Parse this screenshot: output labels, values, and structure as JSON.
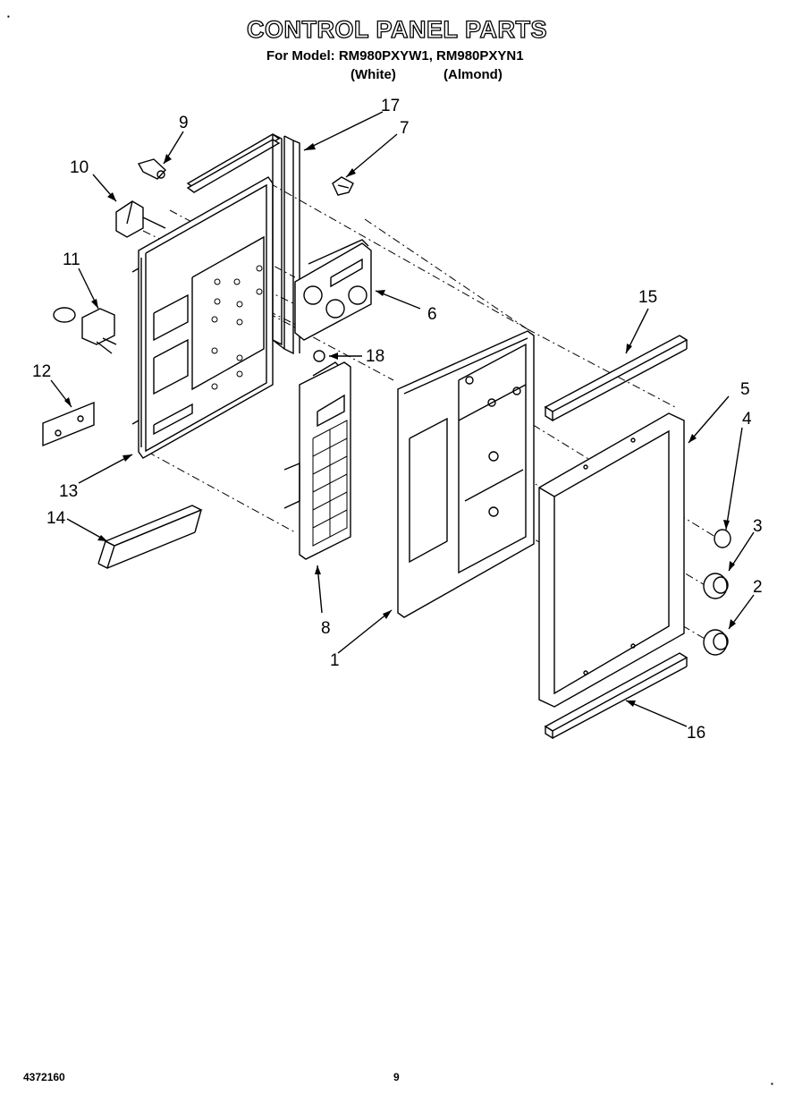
{
  "header": {
    "title": "CONTROL PANEL PARTS",
    "model_line": "For Model: RM980PXYW1, RM980PXYN1",
    "variant_white": "(White)",
    "variant_almond": "(Almond)"
  },
  "callouts": [
    "1",
    "2",
    "3",
    "4",
    "5",
    "6",
    "7",
    "8",
    "9",
    "10",
    "11",
    "12",
    "13",
    "14",
    "15",
    "16",
    "17",
    "18"
  ],
  "footer": {
    "part_number": "4372160",
    "page_number": "9"
  }
}
